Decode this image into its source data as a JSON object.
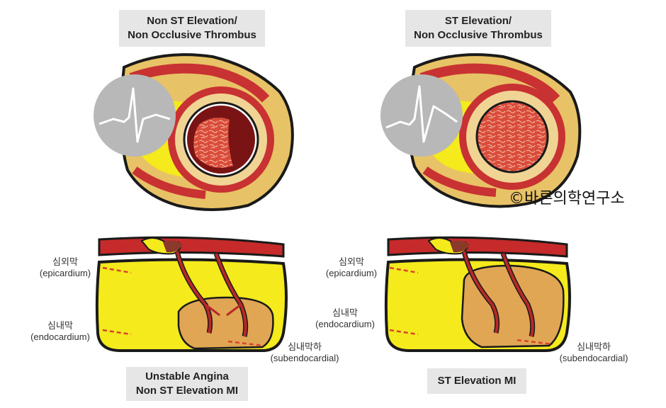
{
  "left_panel": {
    "title_line1": "Non ST Elevation/",
    "title_line2": "Non Occlusive Thrombus",
    "caption_line1": "Unstable Angina",
    "caption_line2": "Non ST Elevation MI",
    "epicardium_ko": "심외막",
    "epicardium_en": "(epicardium)",
    "endocardium_ko": "심내막",
    "endocardium_en": "(endocardium)",
    "subendocardial_ko": "심내막하",
    "subendocardial_en": "(subendocardial)"
  },
  "right_panel": {
    "title_line1": "ST Elevation/",
    "title_line2": "Non Occlusive Thrombus",
    "caption": "ST Elevation MI",
    "epicardium_ko": "심외막",
    "epicardium_en": "(epicardium)",
    "endocardium_ko": "심내막",
    "endocardium_en": "(endocardium)",
    "subendocardial_ko": "심내막하",
    "subendocardial_en": "(subendocardial)"
  },
  "watermark": "©바른의학연구소",
  "colors": {
    "artery_red": "#c62a2a",
    "myocardium_yellow": "#f4ea1c",
    "infarct_tan": "#e0a654",
    "ecg_circle": "#b8b8b8",
    "label_bg": "#e6e6e6"
  }
}
